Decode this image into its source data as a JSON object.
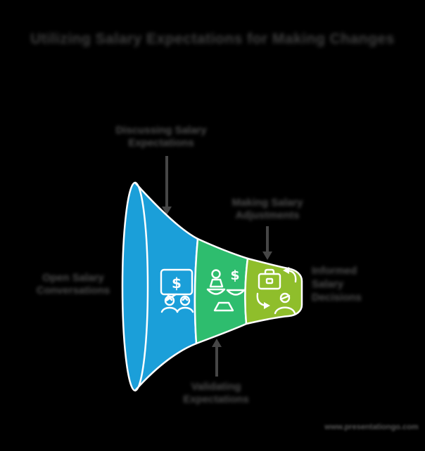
{
  "title": "Utilizing Salary Expectations for Making Changes",
  "funnel": {
    "stages": [
      {
        "name": "salary-discussion",
        "color": "#1B9FD9",
        "icon": "salary-chat-icon",
        "label_line1": "Discussing Salary",
        "label_line2": "Expectations"
      },
      {
        "name": "validating-expectations",
        "color": "#2EBD6E",
        "icon": "balance-scale-icon",
        "label_line1": "Validating",
        "label_line2": "Expectations"
      },
      {
        "name": "salary-adjustments",
        "color": "#8FBE2B",
        "icon": "job-person-exchange-icon",
        "label_line1": "Making Salary",
        "label_line2": "Adjustments"
      }
    ],
    "input_label": {
      "line1": "Open Salary",
      "line2": "Conversations"
    },
    "output_label": {
      "line1": "Informed",
      "line2": "Salary",
      "line3": "Decisions"
    }
  },
  "icons": {
    "dollar_glyph": "$"
  },
  "watermark": "www.presentationgo.com",
  "colors": {
    "background": "#000000",
    "stage1_blue": "#1B9FD9",
    "stage2_green": "#2EBD6E",
    "stage3_yellowgreen": "#8FBE2B",
    "connector_gray": "#464646",
    "title_gray": "#3e3e3e",
    "label_gray": "#4c4c4c",
    "icon_white": "#ffffff"
  }
}
